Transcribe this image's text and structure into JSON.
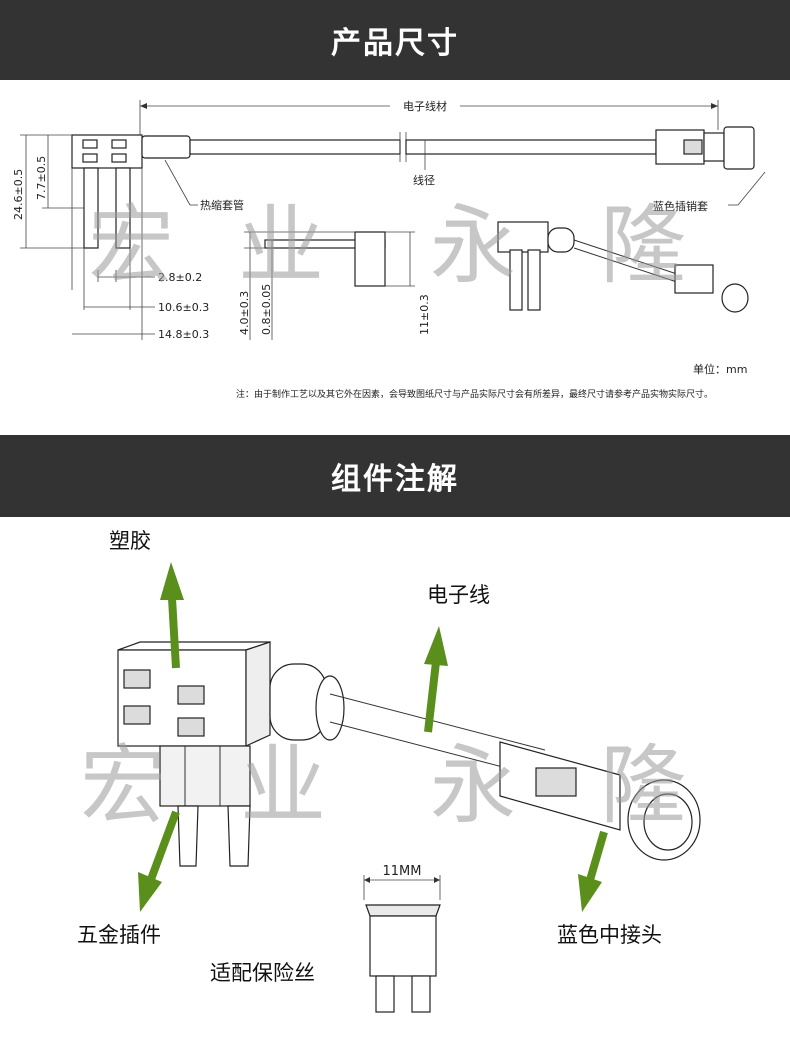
{
  "section1": {
    "title": "产品尺寸"
  },
  "dimensions": {
    "wire_material": "电子线材",
    "wire_gauge": "线径",
    "heat_shrink": "热缩套管",
    "blue_sleeve": "蓝色插销套",
    "d_24_6": "24.6±0.5",
    "d_7_7": "7.7±0.5",
    "d_2_8": "2.8±0.2",
    "d_10_6": "10.6±0.3",
    "d_14_8": "14.8±0.3",
    "d_4_0": "4.0±0.3",
    "d_0_8": "0.8±0.05",
    "d_11": "11±0.3",
    "unit": "单位：mm",
    "note": "注：由于制作工艺以及其它外在因素，会导致图纸尺寸与产品实际尺寸会有所差异，最终尺寸请参考产品实物实际尺寸。"
  },
  "section2": {
    "title": "组件注解"
  },
  "components": {
    "plastic": "塑胶",
    "wire": "电子线",
    "metal_pins": "五金插件",
    "blue_connector": "蓝色中接头",
    "fuse": "适配保险丝",
    "fuse_width": "11MM"
  },
  "watermark": {
    "c1": "宏",
    "c2": "业",
    "c3": "永",
    "c4": "隆"
  },
  "colors": {
    "banner": "#333333",
    "arrow": "#5a8f1c"
  }
}
